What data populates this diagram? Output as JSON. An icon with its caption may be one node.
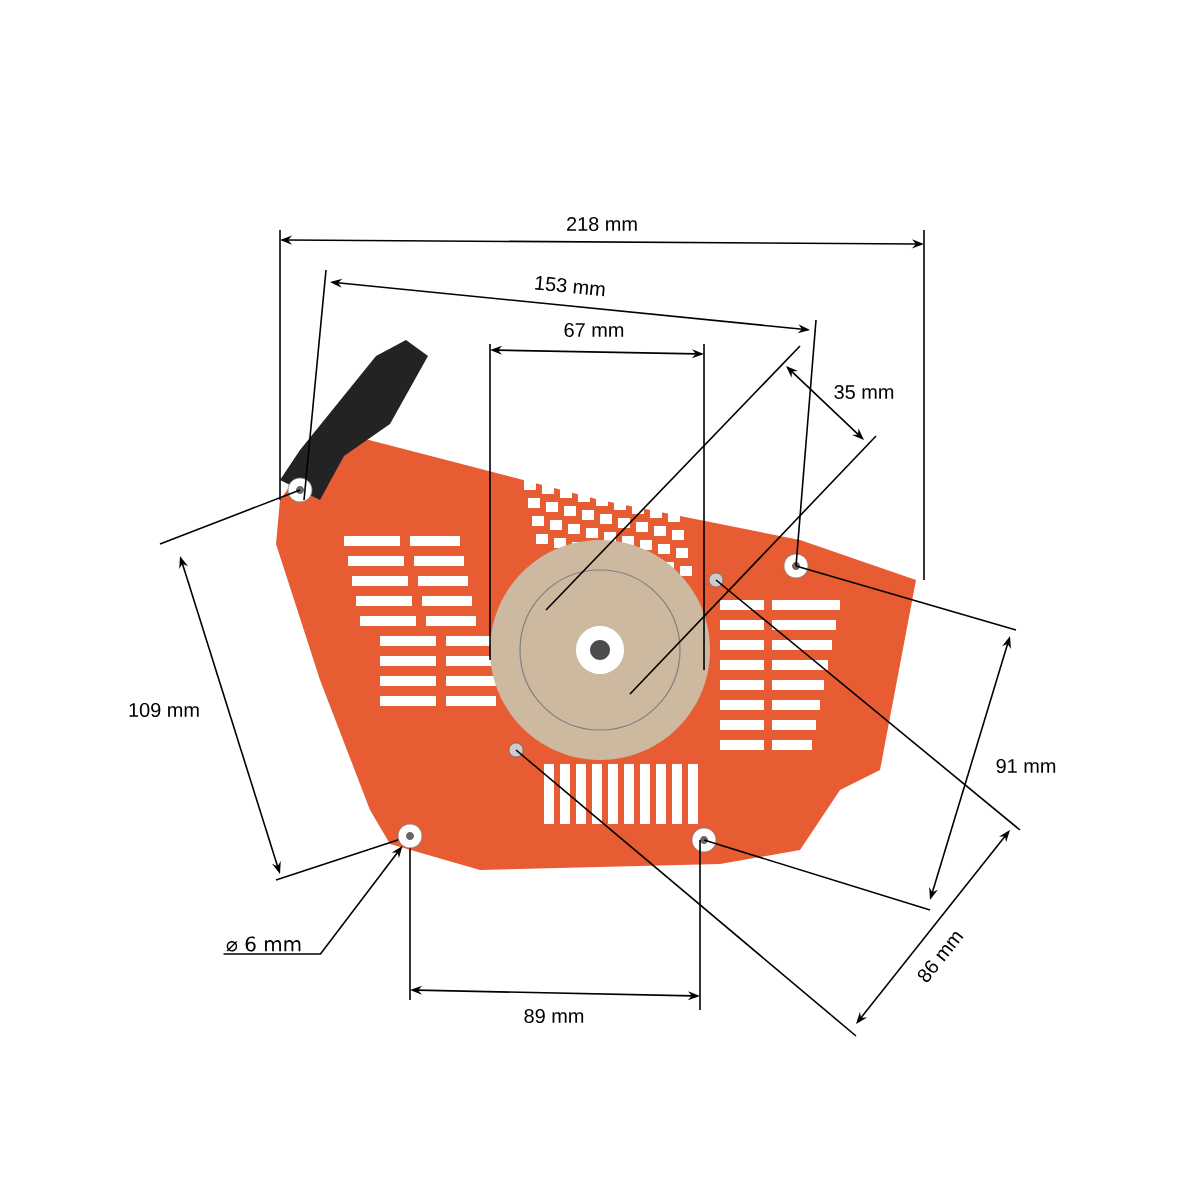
{
  "diagram": {
    "nodes": [
      {
        "text": [
          "⌀ 6 mm"
        ]
      },
      {
        "text": [],
        "shape": "circle"
      }
    ],
    "edges": [
      {
        "from": 0,
        "to": 1,
        "arrow": "to"
      }
    ],
    "labels": [
      "218 mm",
      "153 mm",
      "67 mm",
      "35 mm",
      "109 mm",
      "91 mm",
      "86 mm",
      "89 mm"
    ]
  }
}
